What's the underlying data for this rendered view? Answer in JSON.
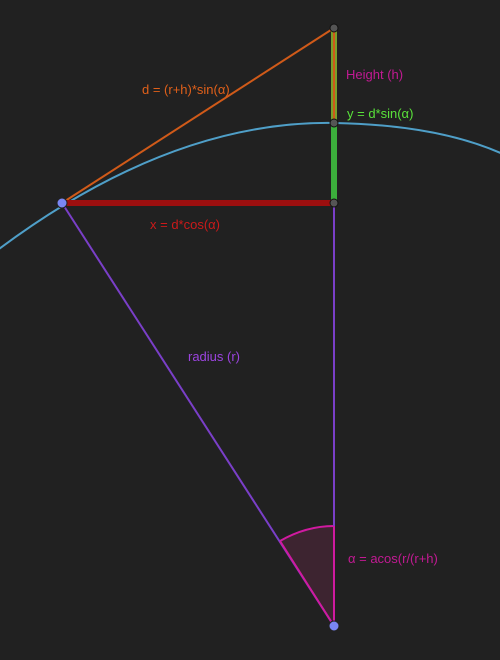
{
  "background": "#212121",
  "labels": {
    "d": "d = (r+h)*sin(α)",
    "height": "Height (h)",
    "y": "y = d*sin(α)",
    "x": "x = d*cos(α)",
    "radius": "radius (r)",
    "alpha": "α = acos(r/(r+h)"
  },
  "colors": {
    "arc": "#4f9fc8",
    "d_line": "#d05a19",
    "height_line": "#7aa02a",
    "y_segment": "#3cae3c",
    "x_line": "#9c0f0f",
    "radius_line": "#7a3fc8",
    "alpha_arc": "#d01aa0",
    "alpha_fill": "#3d2430",
    "point_blue": "#7a86f4",
    "point_gray": "#555555",
    "label_d": "#e0601a",
    "label_height": "#c21a93",
    "label_y": "#59e23a",
    "label_x": "#cc1a1a",
    "label_radius": "#9c44e0",
    "label_alpha": "#c21a93"
  }
}
